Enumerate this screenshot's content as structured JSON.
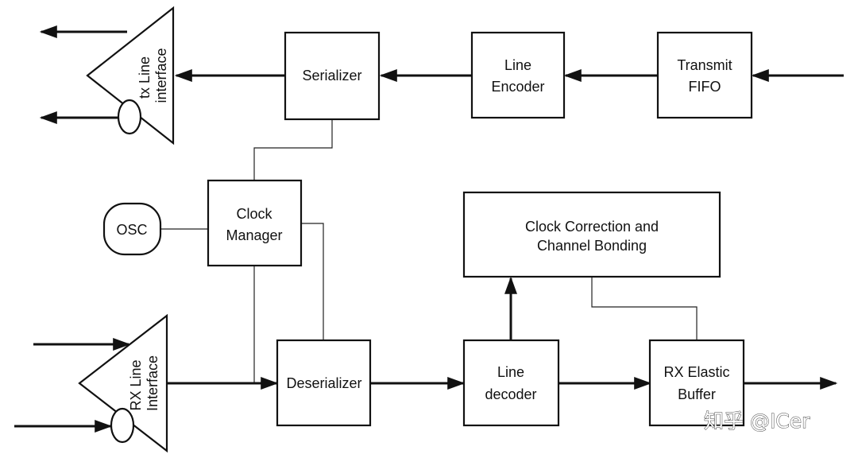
{
  "diagram": {
    "blocks": {
      "transmit_fifo": [
        "Transmit",
        "FIFO"
      ],
      "line_encoder": [
        "Line",
        "Encoder"
      ],
      "serializer": [
        "Serializer"
      ],
      "tx_line_interface": [
        "tx Line",
        "interface"
      ],
      "clock_manager": [
        "Clock",
        "Manager"
      ],
      "osc": [
        "OSC"
      ],
      "clock_correction": [
        "Clock Correction and",
        "Channel Bonding"
      ],
      "rx_line_interface": [
        "RX Line",
        "Interface"
      ],
      "deserializer": [
        "Deserializer"
      ],
      "line_decoder": [
        "Line",
        "decoder"
      ],
      "rx_elastic_buffer": [
        "RX Elastic",
        "Buffer"
      ]
    },
    "flows": [
      "Transmit FIFO -> Line Encoder",
      "Line Encoder -> Serializer",
      "Serializer -> tx Line interface",
      "RX Line Interface -> Deserializer",
      "Deserializer -> Line decoder",
      "Line decoder -> Clock Correction and Channel Bonding",
      "Line decoder -> RX Elastic Buffer"
    ]
  },
  "watermark": "知乎 @ICer"
}
